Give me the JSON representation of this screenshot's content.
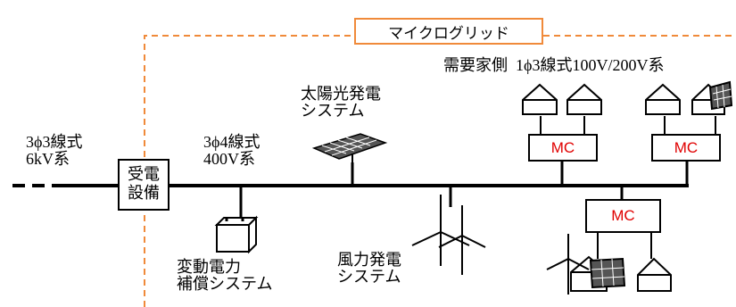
{
  "microgrid_label": "マイクログリッド",
  "grid_voltage_label": "3ϕ3線式\n6kV系",
  "receiving_equipment_label": "受電\n設備",
  "feeder_label": "3ϕ4線式\n400V系",
  "solar_label": "太陽光発電\nシステム",
  "consumer_label": "需要家側  1ϕ3線式100V/200V系",
  "mc_labels": [
    "MC",
    "MC",
    "MC"
  ],
  "wind_label": "風力発電\nシステム",
  "compensator_label": "変動電力\n補償システム",
  "colors": {
    "microgrid_border": "#f08a3a",
    "mc_text": "#e00000",
    "line": "#000000"
  }
}
